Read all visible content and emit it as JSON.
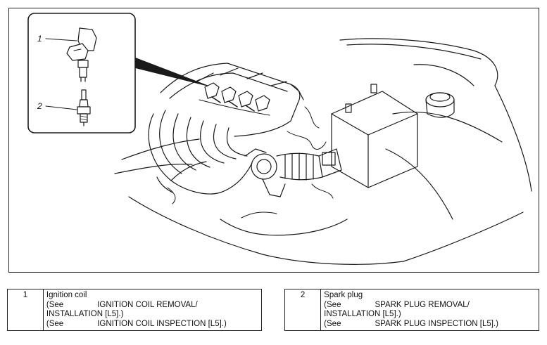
{
  "callouts": [
    "1",
    "2"
  ],
  "legend": [
    {
      "number": "1",
      "name": "Ignition coil",
      "ref1_prefix": "(See",
      "ref1_a": "IGNITION COIL REMOVAL/",
      "ref1_b": "INSTALLATION [L5].)",
      "ref2_prefix": "(See",
      "ref2": "IGNITION COIL INSPECTION [L5].)"
    },
    {
      "number": "2",
      "name": "Spark plug",
      "ref1_prefix": "(See",
      "ref1_a": "SPARK PLUG REMOVAL/",
      "ref1_b": "INSTALLATION [L5].)",
      "ref2_prefix": "(See",
      "ref2": "SPARK PLUG INSPECTION [L5].)"
    }
  ]
}
